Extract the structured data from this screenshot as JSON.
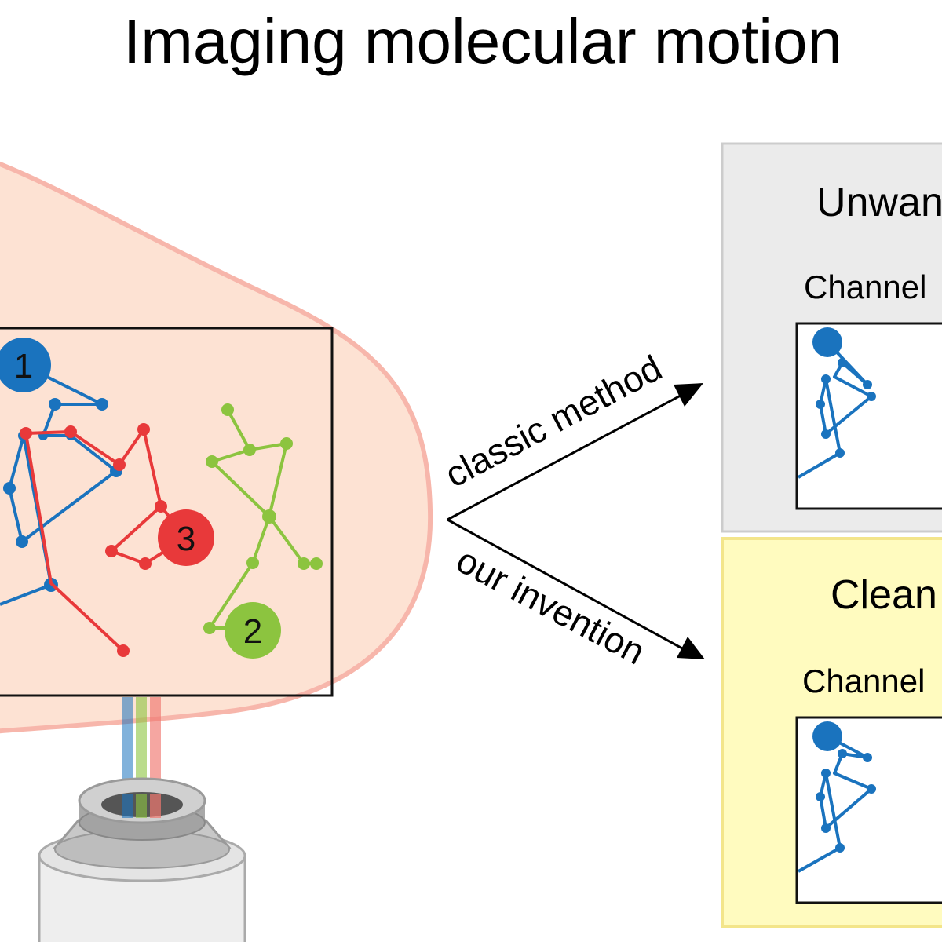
{
  "title": "Imaging molecular motion",
  "arrows": {
    "upper_label": "classic method",
    "lower_label": "our invention"
  },
  "panels": {
    "top": {
      "title": "Unwan",
      "channel_label": "Channel"
    },
    "bottom": {
      "title": "Clean",
      "channel_label": "Channel"
    }
  },
  "molecules": [
    {
      "label": "1",
      "color": "#1a73be"
    },
    {
      "label": "2",
      "color": "#8cc43f"
    },
    {
      "label": "3",
      "color": "#e8393a"
    }
  ],
  "colors": {
    "blue": "#1a73be",
    "green": "#8cc43f",
    "red": "#e8393a",
    "cell_fill": "#fde2d3",
    "cell_outline": "#f7b6ab",
    "top_panel_fill": "#ebebeb",
    "top_panel_border": "#cccccc",
    "bottom_panel_fill": "#fffbbf",
    "bottom_panel_border": "#f3e58a"
  }
}
